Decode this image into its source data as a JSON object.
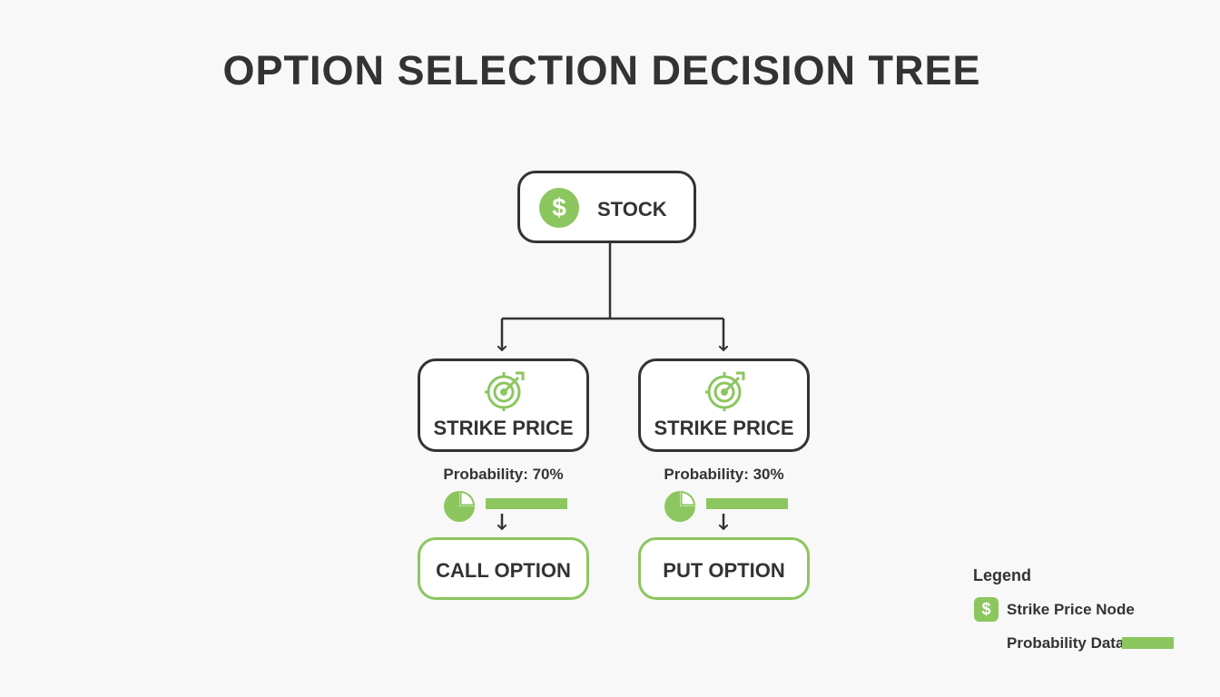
{
  "title": "OPTION SELECTION DECISION TREE",
  "colors": {
    "accent": "#8cc65e",
    "ink": "#333333",
    "background": "#f7f8f7"
  },
  "root": {
    "label": "STOCK",
    "icon": "dollar-icon",
    "icon_glyph": "$"
  },
  "branches": [
    {
      "node_label": "STRIKE PRICE",
      "icon": "target-icon",
      "probability_text": "Probability: 70%",
      "probability": 0.7,
      "outcome_label": "CALL OPTION"
    },
    {
      "node_label": "STRIKE PRICE",
      "icon": "target-icon",
      "probability_text": "Probability: 30%",
      "probability": 0.3,
      "outcome_label": "PUT OPTION"
    }
  ],
  "legend": {
    "title": "Legend",
    "items": [
      {
        "label": "Strike Price Node",
        "icon": "dollar-icon",
        "icon_glyph": "$"
      },
      {
        "label": "Probability Data",
        "icon": "probability-bar-swatch"
      }
    ]
  }
}
